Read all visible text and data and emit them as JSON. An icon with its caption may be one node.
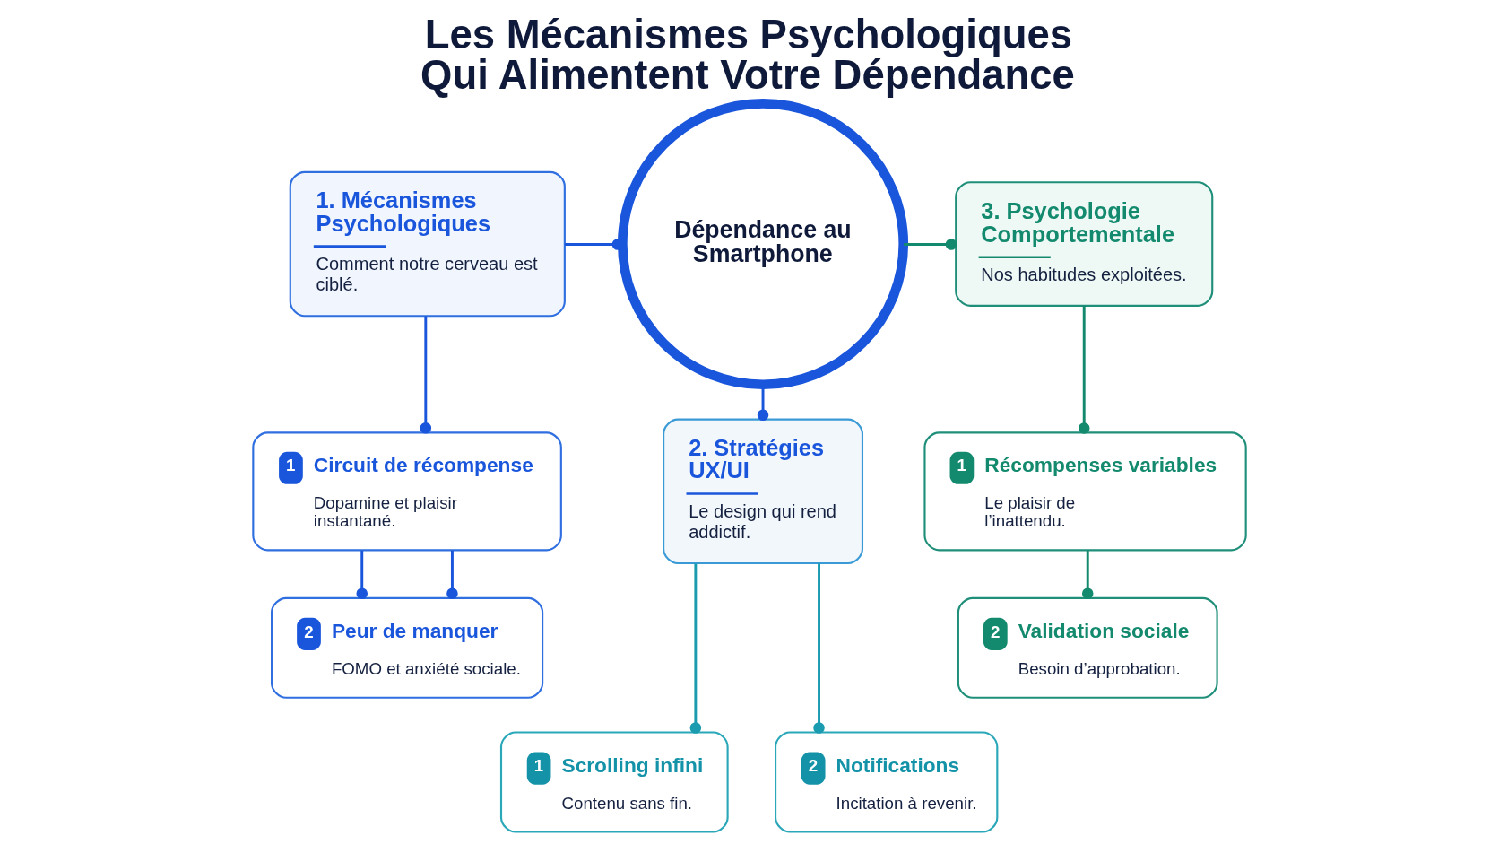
{
  "diagram": {
    "title": "Les Mécanismes Psychologiques Qui Alimentent Votre Dépendance",
    "nodes": [
      {
        "text": [
          "1. Mécanismes Psychologiques",
          "Comment notre cerveau est ciblé."
        ]
      },
      {
        "text": [
          "Dépendance au Smartphone"
        ]
      },
      {
        "text": [
          "3. Psychologie Comportementale",
          "Nos habitudes exploitées."
        ]
      },
      {
        "text": [
          "1",
          "Circuit de récompense",
          "Dopamine et plaisir instantané."
        ]
      },
      {
        "text": [
          "2. Stratégies UX/UI",
          "Le design qui rend addictif."
        ]
      },
      {
        "text": [
          "1",
          "Récompenses variables",
          "Le plaisir de l’inattendu."
        ]
      },
      {
        "text": [
          "2",
          "Peur de manquer",
          "FOMO et anxiété sociale."
        ]
      },
      {
        "text": [
          "2",
          "Validation sociale",
          "Besoin d’approbation."
        ]
      },
      {
        "text": [
          "1",
          "Scrolling infini",
          "Contenu sans fin."
        ]
      },
      {
        "text": [
          "2",
          "Notifications",
          "Incitation à revenir."
        ]
      }
    ],
    "edges": [
      {
        "from": 0,
        "to": 1,
        "arrow": "other"
      },
      {
        "from": 1,
        "to": 2,
        "arrow": "other",
        "color": "#138a6e"
      },
      {
        "from": 1,
        "to": 4,
        "arrow": "other"
      },
      {
        "from": 0,
        "to": 3,
        "arrow": "other"
      },
      {
        "from": 3,
        "to": 6,
        "arrow": "other"
      },
      {
        "from": 3,
        "to": 6,
        "arrow": "other"
      },
      {
        "from": 2,
        "to": 5,
        "arrow": "other",
        "color": "#138a6e"
      },
      {
        "from": 5,
        "to": 7,
        "arrow": "other",
        "color": "#138a6e"
      },
      {
        "from": 4,
        "to": 8,
        "arrow": "other",
        "color": "#1a9bb0"
      },
      {
        "from": 4,
        "to": 9,
        "arrow": "other",
        "color": "#1a9bb0"
      }
    ]
  }
}
